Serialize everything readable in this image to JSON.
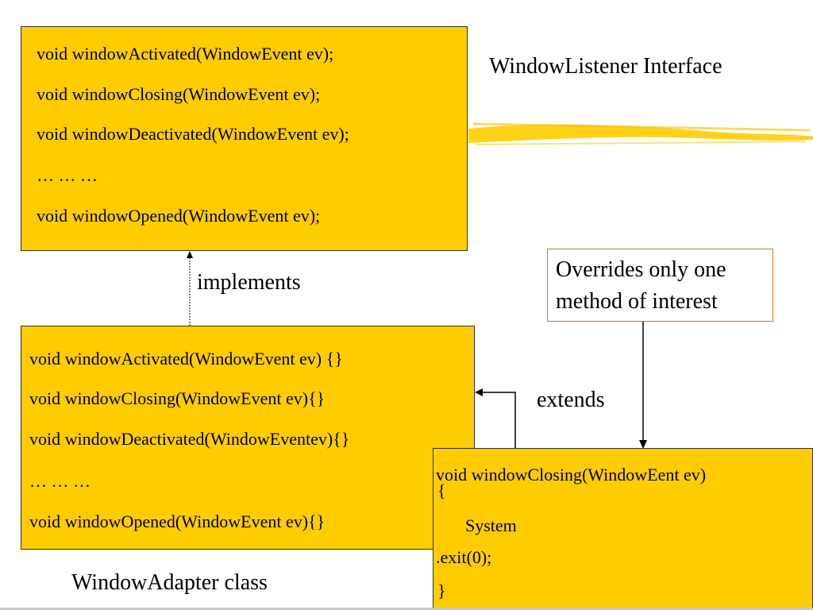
{
  "interface_box": {
    "lines": [
      "void windowActivated(WindowEvent ev);",
      "void windowClosing(WindowEvent ev);",
      "void windowDeactivated(WindowEvent ev);",
      "… … …",
      "void windowOpened(WindowEvent ev);"
    ],
    "caption": "WindowListener Interface"
  },
  "adapter_box": {
    "lines": [
      "void windowActivated(WindowEvent ev) {}",
      "void windowClosing(WindowEvent ev){}",
      "void windowDeactivated(WindowEventev){}",
      "… … …",
      "void windowOpened(WindowEvent ev){}"
    ],
    "caption": "WindowAdapter class"
  },
  "subclass_box": {
    "lines": [
      "void windowClosing(WindowEent ev)",
      "{",
      "System",
      ".exit(0);",
      "}"
    ]
  },
  "note": {
    "text_line1": "Overrides only one",
    "text_line2": "method of interest"
  },
  "relations": {
    "implements_label": "implements",
    "extends_label": "extends"
  },
  "colors": {
    "box_fill": "#FFCC00",
    "note_border": "#E07020"
  }
}
